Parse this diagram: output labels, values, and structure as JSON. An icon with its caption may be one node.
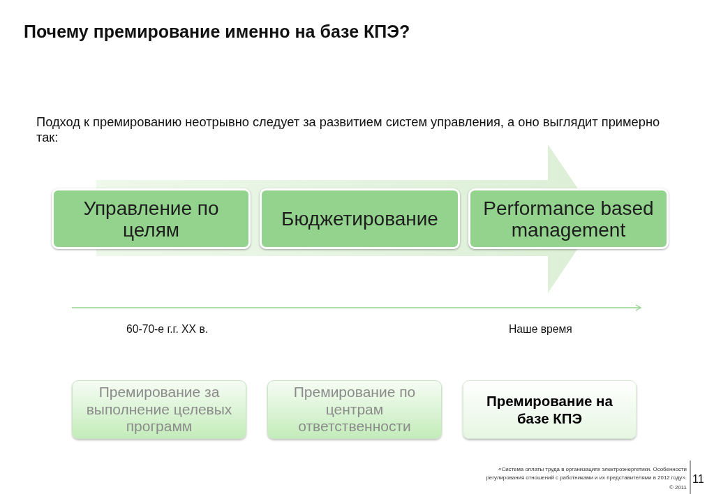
{
  "diagram": {
    "title": "Почему премирование именно на базе КПЭ?",
    "nodes": [
      {
        "text": [
          "Управление по целям"
        ]
      },
      {
        "text": [
          "Бюджетирование"
        ]
      },
      {
        "text": [
          "Performance based management"
        ]
      },
      {
        "text": [
          "Премирование за выполнение целевых программ"
        ]
      },
      {
        "text": [
          "Премирование по центрам ответственности"
        ]
      },
      {
        "text": [
          "Премирование на базе КПЭ"
        ]
      }
    ],
    "labels": [
      "Подход к премированию неотрывно следует за развитием систем управления, а оно выглядит примерно так:",
      "60-70-е г.г. XX в.",
      "Наше время",
      "«Система оплаты труда в организациях электроэнергетики. Особенности регулирования отношений с работниками и их представителями в 2012 году».",
      "11",
      "© 2011"
    ]
  }
}
